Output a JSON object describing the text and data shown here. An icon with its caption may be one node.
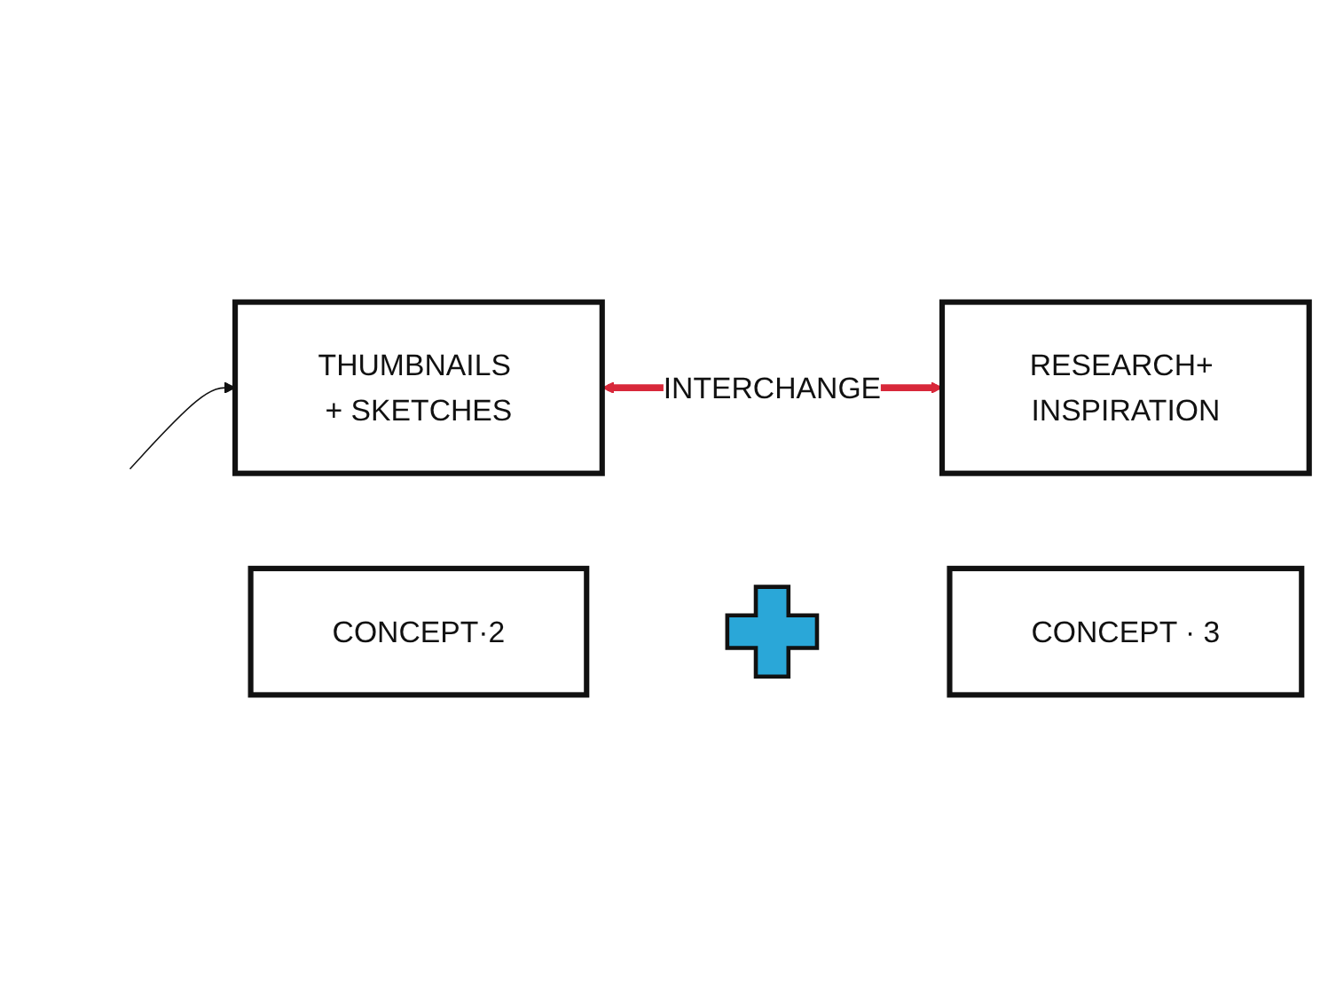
{
  "diagram": {
    "nodes": [
      {
        "text": [
          "THUMBNAILS + SKETCHES"
        ]
      },
      {
        "text": [
          "RESEARCH+ INSPIRATION"
        ]
      },
      {
        "text": [
          "CONCEPT·2"
        ]
      },
      {
        "text": [],
        "shape": "plus"
      },
      {
        "text": [
          "CONCEPT · 3"
        ]
      }
    ],
    "edges": [
      {
        "from": null,
        "to": 0,
        "arrow": "to"
      },
      {
        "from": 0,
        "to": 1,
        "arrow": "both",
        "label": "INTERCHANGE",
        "style": "thick",
        "color": "#d8283a"
      }
    ]
  }
}
